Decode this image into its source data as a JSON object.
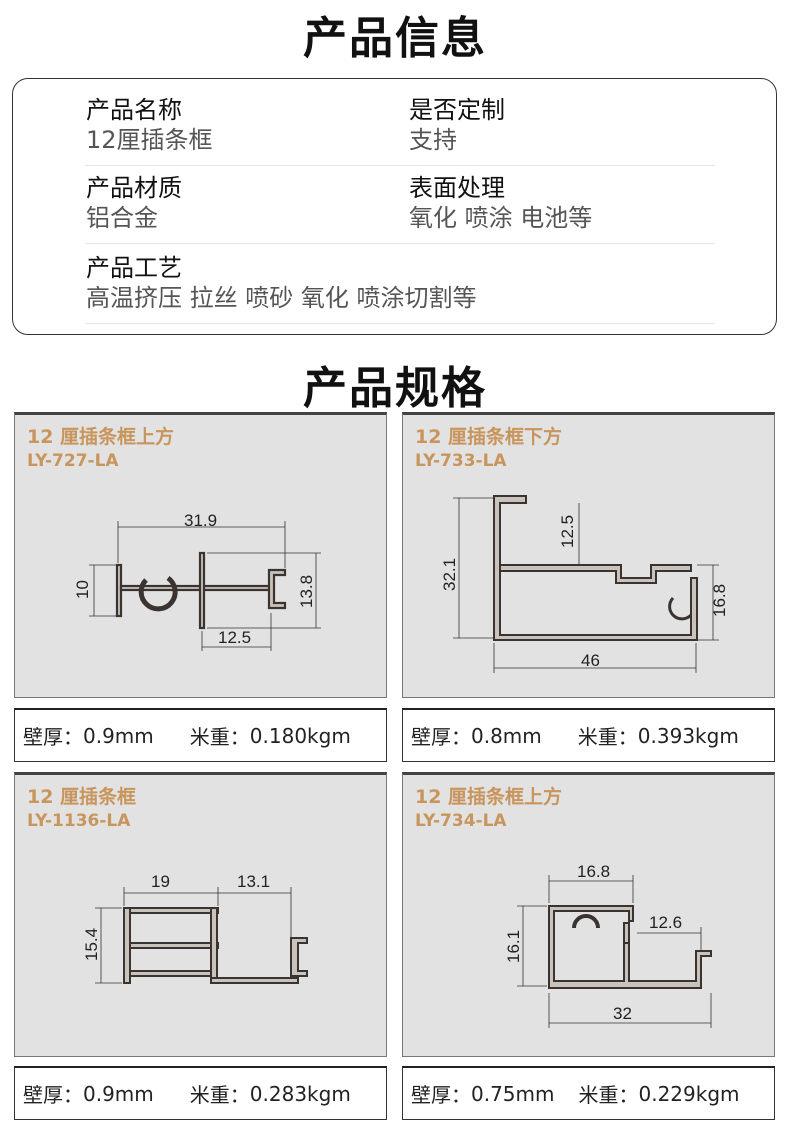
{
  "info_title": "产品信息",
  "info": [
    {
      "label": "产品名称",
      "value": "12厘插条框"
    },
    {
      "label": "是否定制",
      "value": "支持"
    },
    {
      "label": "产品材质",
      "value": "铝合金"
    },
    {
      "label": "表面处理",
      "value": "氧化 喷涂 电池等"
    },
    {
      "label": "产品工艺",
      "value": "高温挤压 拉丝 喷砂 氧化 喷涂切割等"
    }
  ],
  "spec_title": "产品规格",
  "products": [
    {
      "name": "12 厘插条框上方",
      "code": "LY-727-LA",
      "dims": [
        "31.9",
        "10",
        "13.8",
        "12.5"
      ],
      "wall_label": "壁厚：",
      "wall": "0.9mm",
      "weight_label": "米重：",
      "weight": "0.180kgm"
    },
    {
      "name": "12 厘插条框下方",
      "code": "LY-733-LA",
      "dims": [
        "32.1",
        "12.5",
        "16.8",
        "46"
      ],
      "wall_label": "壁厚：",
      "wall": "0.8mm",
      "weight_label": "米重：",
      "weight": "0.393kgm"
    },
    {
      "name": "12 厘插条框",
      "code": "LY-1136-LA",
      "dims": [
        "19",
        "13.1",
        "15.4"
      ],
      "wall_label": "壁厚：",
      "wall": "0.9mm",
      "weight_label": "米重：",
      "weight": "0.283kgm"
    },
    {
      "name": "12 厘插条框上方",
      "code": "LY-734-LA",
      "dims": [
        "16.8",
        "16.1",
        "12.6",
        "32"
      ],
      "wall_label": "壁厚：",
      "wall": "0.75mm",
      "weight_label": "米重：",
      "weight": "0.229kgm"
    }
  ],
  "colors": {
    "accent": "#c8955d",
    "card_bg": "#e2e2e2"
  }
}
